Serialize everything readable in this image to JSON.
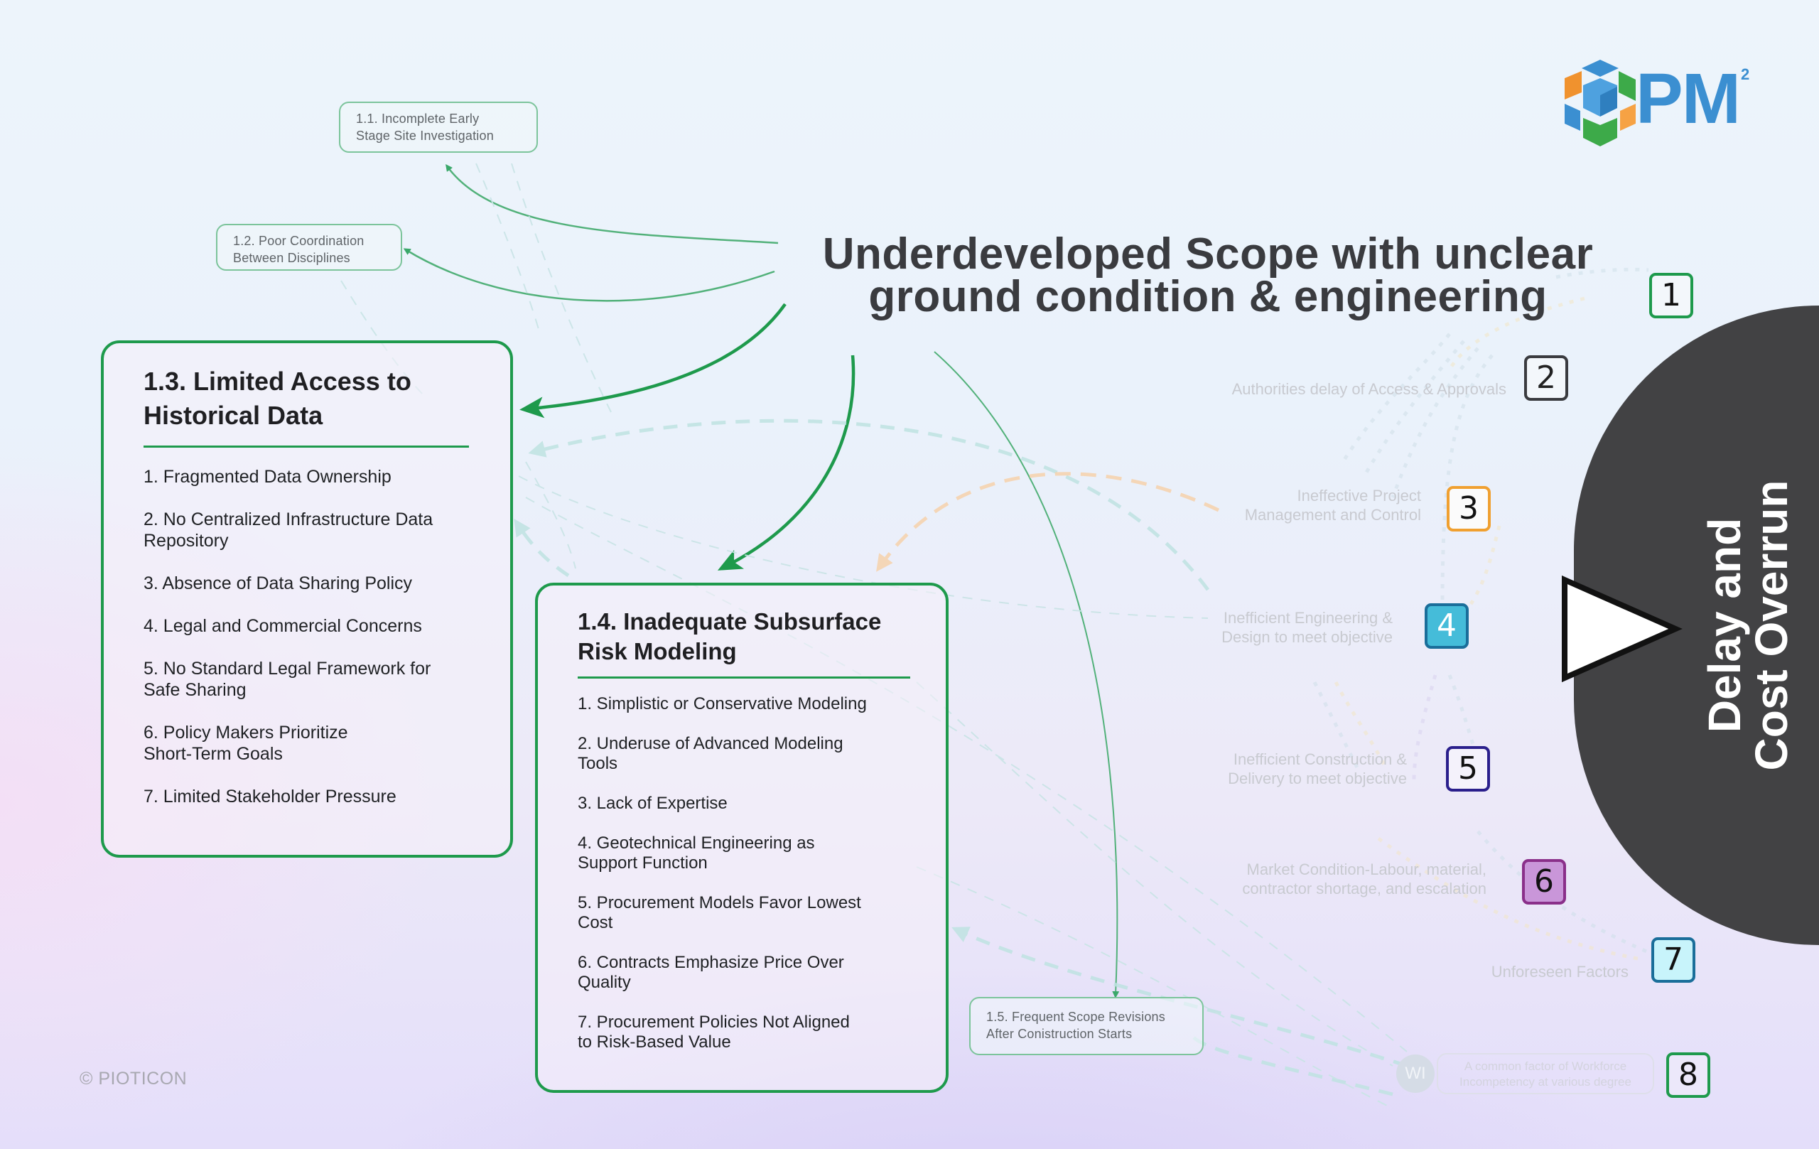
{
  "logo": {
    "text": "PM",
    "superscript": "2",
    "colors": {
      "blue": "#3b8fd1",
      "orange": "#f0922e",
      "green": "#3daa49"
    }
  },
  "main_title": {
    "line1": "Underdeveloped Scope with unclear",
    "line2": "ground condition & engineering"
  },
  "sub_causes": {
    "c11": {
      "line1": "1.1. Incomplete Early",
      "line2": "Stage Site Investigation"
    },
    "c12": {
      "line1": "1.2. Poor Coordination",
      "line2": "Between Disciplines"
    },
    "c15": {
      "line1": "1.5. Frequent Scope Revisions",
      "line2": "After Conistruction Starts"
    }
  },
  "box13": {
    "title_line1": "1.3. Limited Access to",
    "title_line2": "Historical Data",
    "items": [
      {
        "l1": "1. Fragmented Data Ownership",
        "l2": ""
      },
      {
        "l1": "2. No Centralized Infrastructure Data",
        "l2": "Repository"
      },
      {
        "l1": "3. Absence of Data Sharing Policy",
        "l2": ""
      },
      {
        "l1": "4. Legal and Commercial Concerns",
        "l2": ""
      },
      {
        "l1": "5. No Standard Legal Framework for",
        "l2": "Safe Sharing"
      },
      {
        "l1": "6. Policy Makers Prioritize",
        "l2": "Short-Term Goals"
      },
      {
        "l1": "7. Limited Stakeholder Pressure",
        "l2": ""
      }
    ]
  },
  "box14": {
    "title_line1": "1.4. Inadequate Subsurface",
    "title_line2": "Risk Modeling",
    "items": [
      {
        "l1": "1. Simplistic or Conservative Modeling",
        "l2": ""
      },
      {
        "l1": "2. Underuse of Advanced Modeling",
        "l2": "Tools"
      },
      {
        "l1": "3. Lack of Expertise",
        "l2": ""
      },
      {
        "l1": "4. Geotechnical Engineering as",
        "l2": "Support Function"
      },
      {
        "l1": "5. Procurement Models Favor Lowest",
        "l2": "Cost"
      },
      {
        "l1": "6. Contracts Emphasize Price Over",
        "l2": "Quality"
      },
      {
        "l1": "7. Procurement Policies Not Aligned",
        "l2": "to Risk-Based Value"
      }
    ]
  },
  "factors": [
    {
      "number": "1",
      "line1": "",
      "line2": "",
      "border": "#1e9a4c",
      "fill": "#f3f7fb",
      "text_color": "#111111"
    },
    {
      "number": "2",
      "line1": "Authorities delay of Access & Approvals",
      "line2": "",
      "border": "#3a3b3f",
      "fill": "#f3f7fb",
      "text_color": "#222222"
    },
    {
      "number": "3",
      "line1": "Ineffective Project",
      "line2": "Management and Control",
      "border": "#f0a030",
      "fill": "#fbfbfb",
      "text_color": "#111111"
    },
    {
      "number": "4",
      "line1": "Inefficient Engineering &",
      "line2": "Design to meet objective",
      "border": "#1a6e9a",
      "fill": "#45bcd9",
      "text_color": "#ffffff"
    },
    {
      "number": "5",
      "line1": "Inefficient Construction &",
      "line2": "Delivery to meet objective",
      "border": "#2a1f8c",
      "fill": "#f4f2fb",
      "text_color": "#111111"
    },
    {
      "number": "6",
      "line1": "Market Condition-Labour, material,",
      "line2": "contractor shortage, and escalation",
      "border": "#8a2f8a",
      "fill": "#c996d9",
      "text_color": "#111111"
    },
    {
      "number": "7",
      "line1": "Unforeseen Factors",
      "line2": "",
      "border": "#1a6e9a",
      "fill": "#c8f4fb",
      "text_color": "#111111"
    },
    {
      "number": "8",
      "line1": "",
      "line2": "",
      "border": "#1e9a4c",
      "fill": "#ece8fa",
      "text_color": "#111111"
    }
  ],
  "workforce": {
    "initials": "WI",
    "line1": "A common factor of Workforce",
    "line2": "Incompetency at various degree"
  },
  "outcome": {
    "line1": "Delay and",
    "line2": "Cost Overrun",
    "color": "#424244"
  },
  "copyright": "© PIOTICON",
  "accent_green": "#1e9a4c"
}
